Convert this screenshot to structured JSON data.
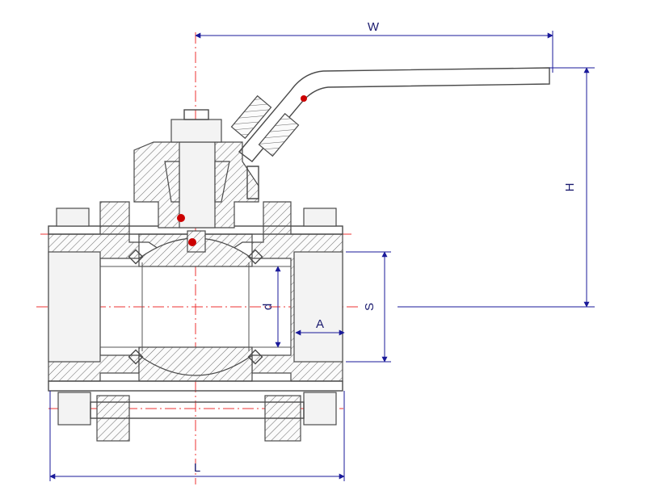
{
  "dimensions": {
    "w": "W",
    "h": "H",
    "l": "L",
    "s": "S",
    "d": "d",
    "a": "A"
  },
  "colors": {
    "dimension": "#1a1a9a",
    "centerline": "#e33333",
    "outline": "#4a4a4a",
    "accent": "#cc0000"
  }
}
